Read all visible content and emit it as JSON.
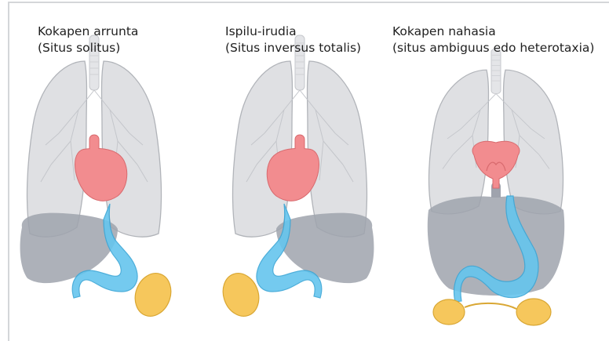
{
  "panels": [
    {
      "title_line1": "Kokapen arrunta",
      "title_line2": "(Situs solitus)"
    },
    {
      "title_line1": "Ispilu-irudia",
      "title_line2": "(Situs inversus totalis)"
    },
    {
      "title_line1": "Kokapen nahasia",
      "title_line2": "(situs ambiguus edo heterotaxia)"
    }
  ],
  "colors": {
    "lung": "#dcdde1",
    "lung_stroke": "#a9acb2",
    "trachea": "#e4e5e8",
    "heart": "#f28c8f",
    "heart_stroke": "#d86a6e",
    "liver": "#9fa3ad",
    "stomach": "#66c5ee",
    "stomach_stroke": "#3aa6d6",
    "spleen": "#f6c75c",
    "spleen_stroke": "#d9a734"
  }
}
